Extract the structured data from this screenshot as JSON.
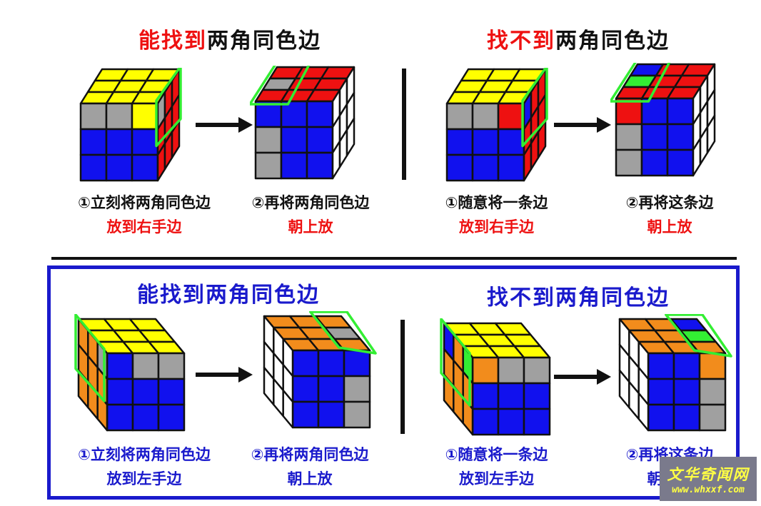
{
  "colors": {
    "yellow": "#ffff00",
    "red": "#ee1111",
    "blue": "#1111ee",
    "white": "#ffffff",
    "gray": "#a0a0a0",
    "orange": "#f28c1c",
    "green": "#33ee33",
    "title_red": "#ee1111",
    "title_black": "#111111",
    "title_blue": "#1a1acc",
    "highlight": "#33ee33"
  },
  "top": {
    "left_title": {
      "hl": "能找到",
      "rest": "两角同色边"
    },
    "right_title": {
      "hl": "找不到",
      "rest": "两角同色边"
    },
    "captions": [
      {
        "line1": "①立刻将两角同色边",
        "line2": "放到右手边"
      },
      {
        "line1": "②再将两角同色边",
        "line2": "朝上放"
      },
      {
        "line1": "①随意将一条边",
        "line2": "放到右手边"
      },
      {
        "line1": "②再将这条边",
        "line2": "朝上放"
      }
    ]
  },
  "bottom": {
    "left_title": "能找到两角同色边",
    "right_title": "找不到两角同色边",
    "captions": [
      {
        "line1": "①立刻将两角同色边",
        "line2": "放到左手边"
      },
      {
        "line1": "②再将两角同色边",
        "line2": "朝上放"
      },
      {
        "line1": "①随意将一条边",
        "line2": "放到左手边"
      },
      {
        "line1": "②再将这条边",
        "line2": "朝上放"
      }
    ]
  },
  "cubes": [
    {
      "id": "top-1",
      "kind": "right",
      "top_face": [
        "Y",
        "Y",
        "Y",
        "Y",
        "Y",
        "Y",
        "Y",
        "Y",
        "Y"
      ],
      "front": [
        "G",
        "G",
        "Y",
        "B",
        "B",
        "B",
        "B",
        "B",
        "B"
      ],
      "side": [
        "G",
        "R",
        "R",
        "R",
        "R",
        "R",
        "R",
        "R",
        "R"
      ],
      "highlight": "side-top"
    },
    {
      "id": "top-2",
      "kind": "left",
      "top_face": [
        "R",
        "R",
        "R",
        "G",
        "R",
        "R",
        "R",
        "R",
        "R"
      ],
      "front": [
        "B",
        "B",
        "B",
        "G",
        "B",
        "B",
        "G",
        "B",
        "B"
      ],
      "side": [
        "W",
        "W",
        "W",
        "W",
        "W",
        "W",
        "W",
        "W",
        "W"
      ],
      "highlight": "top-left"
    },
    {
      "id": "top-3",
      "kind": "right",
      "top_face": [
        "Y",
        "Y",
        "Y",
        "Y",
        "Y",
        "Y",
        "Y",
        "Y",
        "Y"
      ],
      "front": [
        "G",
        "G",
        "R",
        "B",
        "B",
        "B",
        "B",
        "B",
        "B"
      ],
      "side": [
        "B",
        "R",
        "R",
        "R",
        "R",
        "R",
        "R",
        "R",
        "R"
      ],
      "highlight": "side-top"
    },
    {
      "id": "top-4",
      "kind": "left",
      "top_face": [
        "B",
        "R",
        "R",
        "L",
        "R",
        "R",
        "R",
        "R",
        "R"
      ],
      "front": [
        "R",
        "B",
        "B",
        "G",
        "B",
        "B",
        "G",
        "B",
        "B"
      ],
      "side": [
        "W",
        "W",
        "W",
        "W",
        "W",
        "W",
        "W",
        "W",
        "W"
      ],
      "highlight": "top-left"
    },
    {
      "id": "bot-1",
      "kind": "mirror",
      "top_face": [
        "Y",
        "Y",
        "Y",
        "Y",
        "Y",
        "Y",
        "Y",
        "Y",
        "Y"
      ],
      "front": [
        "B",
        "G",
        "G",
        "B",
        "B",
        "B",
        "B",
        "B",
        "B"
      ],
      "side": [
        "O",
        "O",
        "G",
        "O",
        "O",
        "O",
        "O",
        "O",
        "O"
      ],
      "highlight": "side-top"
    },
    {
      "id": "bot-2",
      "kind": "rightview",
      "top_face": [
        "O",
        "O",
        "O",
        "O",
        "O",
        "G",
        "O",
        "O",
        "O"
      ],
      "front": [
        "B",
        "B",
        "B",
        "B",
        "B",
        "G",
        "B",
        "B",
        "G"
      ],
      "side": [
        "W",
        "W",
        "W",
        "W",
        "W",
        "W",
        "W",
        "W",
        "W"
      ],
      "highlight": "top-right"
    },
    {
      "id": "bot-3",
      "kind": "mirror",
      "top_face": [
        "Y",
        "Y",
        "Y",
        "Y",
        "Y",
        "Y",
        "Y",
        "Y",
        "Y"
      ],
      "front": [
        "O",
        "G",
        "G",
        "B",
        "B",
        "B",
        "B",
        "B",
        "B"
      ],
      "side": [
        "B",
        "O",
        "L",
        "O",
        "O",
        "O",
        "O",
        "O",
        "O"
      ],
      "highlight": "side-top"
    },
    {
      "id": "bot-4",
      "kind": "rightview",
      "top_face": [
        "O",
        "O",
        "B",
        "O",
        "O",
        "L",
        "O",
        "O",
        "O"
      ],
      "front": [
        "B",
        "B",
        "O",
        "B",
        "B",
        "G",
        "B",
        "B",
        "G"
      ],
      "side": [
        "W",
        "W",
        "W",
        "W",
        "W",
        "W",
        "W",
        "W",
        "W"
      ],
      "highlight": "top-right"
    }
  ],
  "watermark": {
    "title": "文华奇闻网",
    "url": "www.whxxf.com"
  }
}
